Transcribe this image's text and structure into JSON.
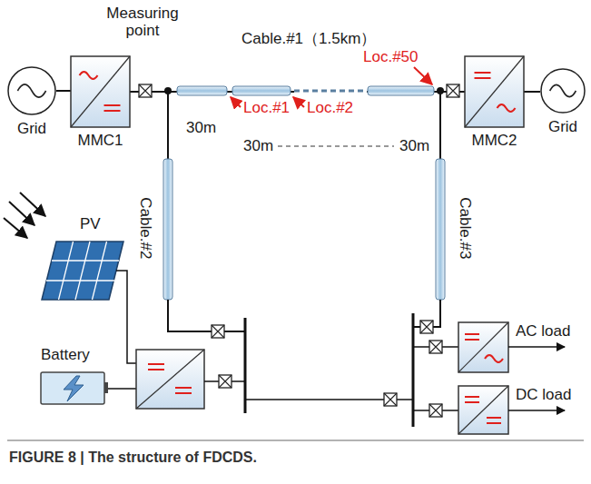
{
  "diagram": {
    "caption": "FIGURE 8 | The structure of FDCDS.",
    "nodes": [
      {
        "text": [
          "Grid"
        ]
      },
      {
        "text": [
          "MMC1"
        ]
      },
      {
        "text": [
          "MMC2"
        ]
      },
      {
        "text": [
          "Grid"
        ]
      }
    ],
    "edges": [
      {
        "from": 0,
        "to": 1,
        "arrow": "none"
      },
      {
        "from": 1,
        "to": 2,
        "arrow": "none"
      },
      {
        "from": 2,
        "to": 3,
        "arrow": "none"
      }
    ],
    "labels": [
      "Measuring point",
      "Cable.#1（1.5km）",
      "Loc.#1",
      "Loc.#2",
      "Loc.#50",
      "30m",
      "30m",
      "30m",
      "Cable.#2",
      "Cable.#3",
      "PV",
      "Battery",
      "AC load",
      "DC load"
    ]
  }
}
